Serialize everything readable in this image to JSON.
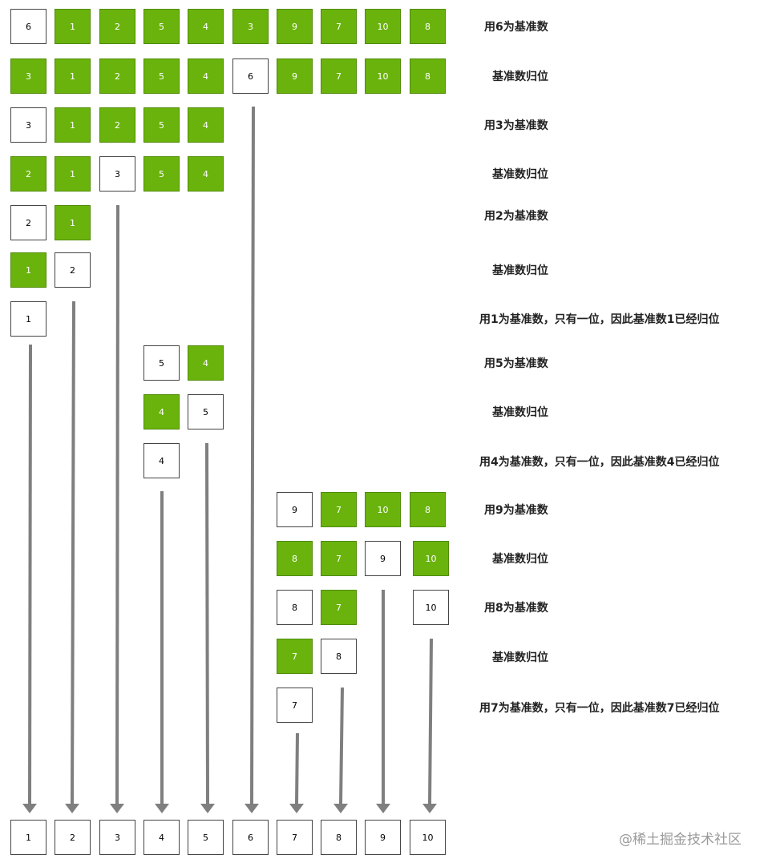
{
  "rows": [
    {
      "label": "用6为基准数",
      "cells": [
        {
          "v": "6",
          "g": false
        },
        {
          "v": "1",
          "g": true
        },
        {
          "v": "2",
          "g": true
        },
        {
          "v": "5",
          "g": true
        },
        {
          "v": "4",
          "g": true
        },
        {
          "v": "3",
          "g": true
        },
        {
          "v": "9",
          "g": true
        },
        {
          "v": "7",
          "g": true
        },
        {
          "v": "10",
          "g": true
        },
        {
          "v": "8",
          "g": true
        }
      ]
    },
    {
      "label": "基准数归位",
      "cells": [
        {
          "v": "3",
          "g": true
        },
        {
          "v": "1",
          "g": true
        },
        {
          "v": "2",
          "g": true
        },
        {
          "v": "5",
          "g": true
        },
        {
          "v": "4",
          "g": true
        },
        {
          "v": "6",
          "g": false
        },
        {
          "v": "9",
          "g": true
        },
        {
          "v": "7",
          "g": true
        },
        {
          "v": "10",
          "g": true
        },
        {
          "v": "8",
          "g": true
        }
      ]
    },
    {
      "label": "用3为基准数",
      "cells": [
        {
          "v": "3",
          "g": false
        },
        {
          "v": "1",
          "g": true
        },
        {
          "v": "2",
          "g": true
        },
        {
          "v": "5",
          "g": true
        },
        {
          "v": "4",
          "g": true
        }
      ]
    },
    {
      "label": "基准数归位",
      "cells": [
        {
          "v": "2",
          "g": true
        },
        {
          "v": "1",
          "g": true
        },
        {
          "v": "3",
          "g": false
        },
        {
          "v": "5",
          "g": true
        },
        {
          "v": "4",
          "g": true
        }
      ]
    },
    {
      "label": "用2为基准数",
      "cells": [
        {
          "v": "2",
          "g": false
        },
        {
          "v": "1",
          "g": true
        }
      ]
    },
    {
      "label": "基准数归位",
      "cells": [
        {
          "v": "1",
          "g": true
        },
        {
          "v": "2",
          "g": false
        }
      ]
    },
    {
      "label": "用1为基准数，只有一位，因此基准数1已经归位",
      "cells": [
        {
          "v": "1",
          "g": false
        }
      ]
    },
    {
      "label": "用5为基准数",
      "cells": [
        {
          "v": "5",
          "g": false
        },
        {
          "v": "4",
          "g": true
        }
      ]
    },
    {
      "label": "基准数归位",
      "cells": [
        {
          "v": "4",
          "g": true
        },
        {
          "v": "5",
          "g": false
        }
      ]
    },
    {
      "label": "用4为基准数，只有一位，因此基准数4已经归位",
      "cells": [
        {
          "v": "4",
          "g": false
        }
      ]
    },
    {
      "label": "用9为基准数",
      "cells": [
        {
          "v": "9",
          "g": false
        },
        {
          "v": "7",
          "g": true
        },
        {
          "v": "10",
          "g": true
        },
        {
          "v": "8",
          "g": true
        }
      ]
    },
    {
      "label": "基准数归位",
      "cells": [
        {
          "v": "8",
          "g": true
        },
        {
          "v": "7",
          "g": true
        },
        {
          "v": "9",
          "g": false
        },
        {
          "v": "10",
          "g": true
        }
      ]
    },
    {
      "label": "用8为基准数",
      "cells": [
        {
          "v": "8",
          "g": false
        },
        {
          "v": "7",
          "g": true
        },
        {
          "v": "10",
          "g": false
        }
      ]
    },
    {
      "label": "基准数归位",
      "cells": [
        {
          "v": "7",
          "g": true
        },
        {
          "v": "8",
          "g": false
        }
      ]
    },
    {
      "label": "用7为基准数，只有一位，因此基准数7已经归位",
      "cells": [
        {
          "v": "7",
          "g": false
        }
      ]
    }
  ],
  "final_row": [
    "1",
    "2",
    "3",
    "4",
    "5",
    "6",
    "7",
    "8",
    "9",
    "10"
  ],
  "watermark": "@稀土掘金技术社区",
  "colors": {
    "highlight": "#6ab30c",
    "pivot": "#ffffff",
    "arrow": "#7f7f7f"
  }
}
